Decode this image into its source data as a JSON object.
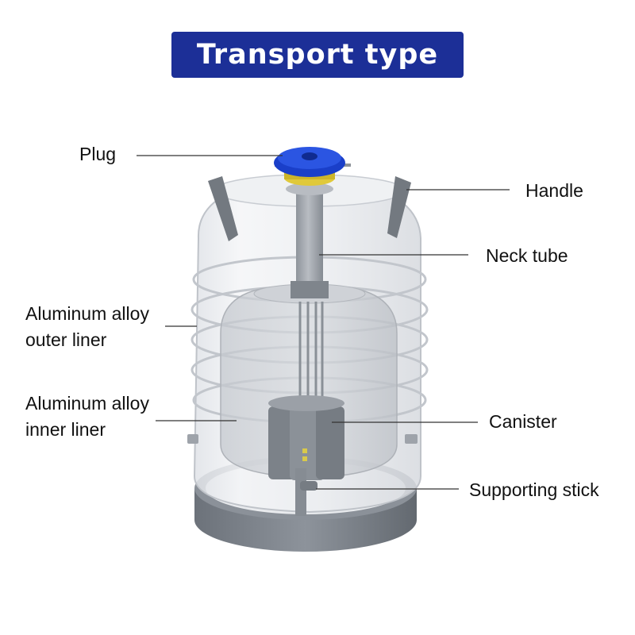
{
  "title": "Transport type",
  "colors": {
    "title_bg": "#1c2f97",
    "plug": "#1a3fc9",
    "body_outline": "#c8ccd3",
    "base": "#7d838b"
  },
  "labels": {
    "plug": "Plug",
    "handle": "Handle",
    "neck_tube": "Neck tube",
    "outer_liner": "Aluminum alloy\nouter liner",
    "inner_liner": "Aluminum alloy\ninner liner",
    "canister": "Canister",
    "supporting_stick": "Supporting stick"
  }
}
